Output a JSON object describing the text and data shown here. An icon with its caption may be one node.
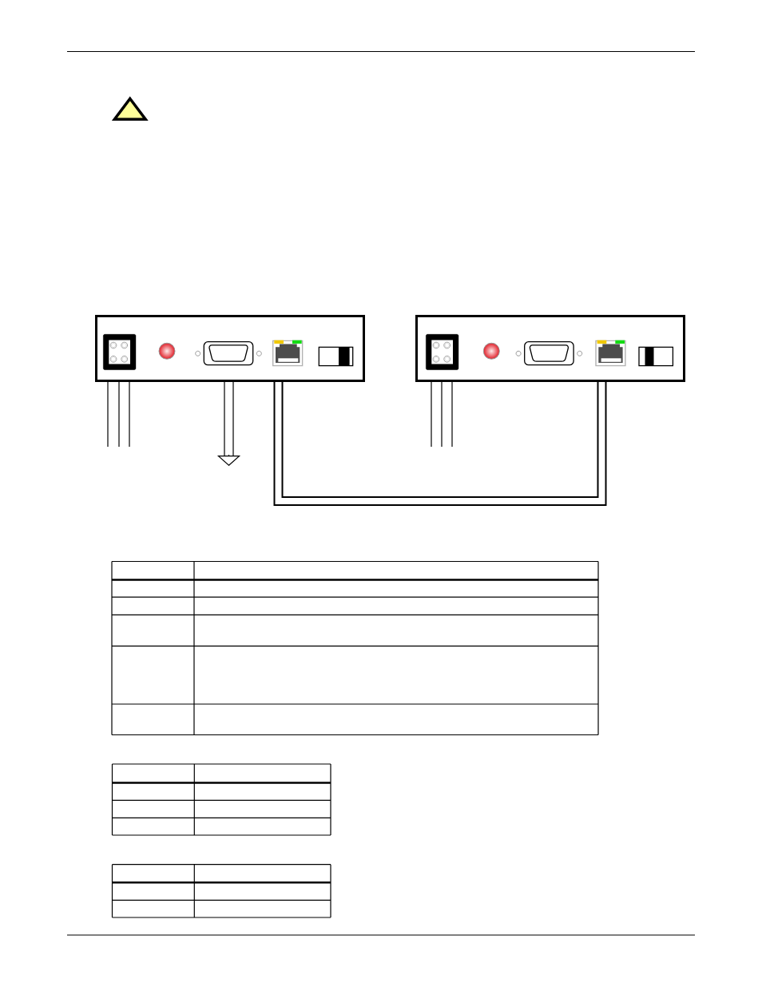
{
  "diagram": {
    "nodes": [
      {
        "text": [],
        "shape": "box"
      },
      {
        "text": [],
        "shape": "box"
      }
    ],
    "edges": [
      {
        "from": 0,
        "to": null,
        "arrow": "none"
      },
      {
        "from": 0,
        "to": null,
        "arrow": "none"
      },
      {
        "from": 0,
        "to": null,
        "arrow": "none"
      },
      {
        "from": 0,
        "to": null,
        "arrow": "to"
      },
      {
        "from": 0,
        "to": 1,
        "arrow": "none",
        "style": "thick"
      },
      {
        "from": 1,
        "to": null,
        "arrow": "none"
      },
      {
        "from": 1,
        "to": null,
        "arrow": "none"
      },
      {
        "from": 1,
        "to": null,
        "arrow": "none"
      }
    ]
  }
}
